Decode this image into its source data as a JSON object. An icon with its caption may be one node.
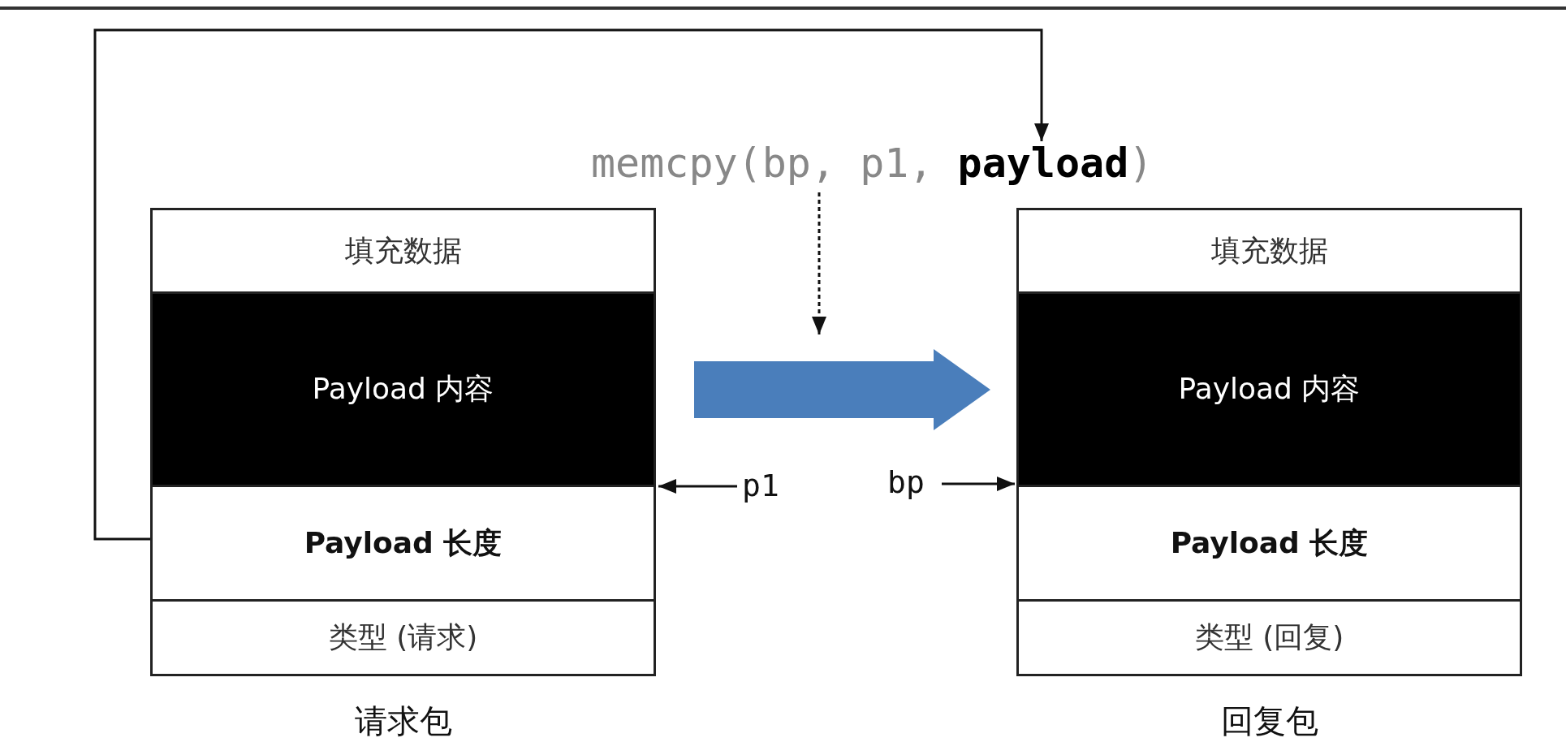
{
  "diagram": {
    "nodes": [
      {
        "text": [
          "请求包"
        ]
      },
      {
        "text": [
          "填充数据"
        ],
        "in": 0
      },
      {
        "text": [
          "Payload 内容"
        ],
        "in": 0
      },
      {
        "text": [
          "Payload 长度"
        ],
        "in": 0
      },
      {
        "text": [
          "类型 (请求)"
        ],
        "in": 0
      },
      {
        "text": [
          "回复包"
        ]
      },
      {
        "text": [
          "填充数据"
        ],
        "in": 5
      },
      {
        "text": [
          "Payload 内容"
        ],
        "in": 5
      },
      {
        "text": [
          "Payload 长度"
        ],
        "in": 5
      },
      {
        "text": [
          "类型 (回复)"
        ],
        "in": 5
      },
      {
        "text": [
          "memcpy(bp, p1, **payload**)"
        ]
      },
      {
        "text": [
          "p1"
        ]
      },
      {
        "text": [
          "bp"
        ]
      }
    ],
    "edges": [
      {
        "from": 3,
        "to": 10,
        "arrow": "to"
      },
      {
        "from": 0,
        "to": 5,
        "arrow": "to",
        "style": "thick",
        "color": "#4a7ebb"
      },
      {
        "from": 10,
        "to": null,
        "arrow": "to",
        "style": "dashed"
      },
      {
        "from": 11,
        "to": 0,
        "arrow": "to"
      },
      {
        "from": 12,
        "to": 5,
        "arrow": "to"
      }
    ]
  }
}
